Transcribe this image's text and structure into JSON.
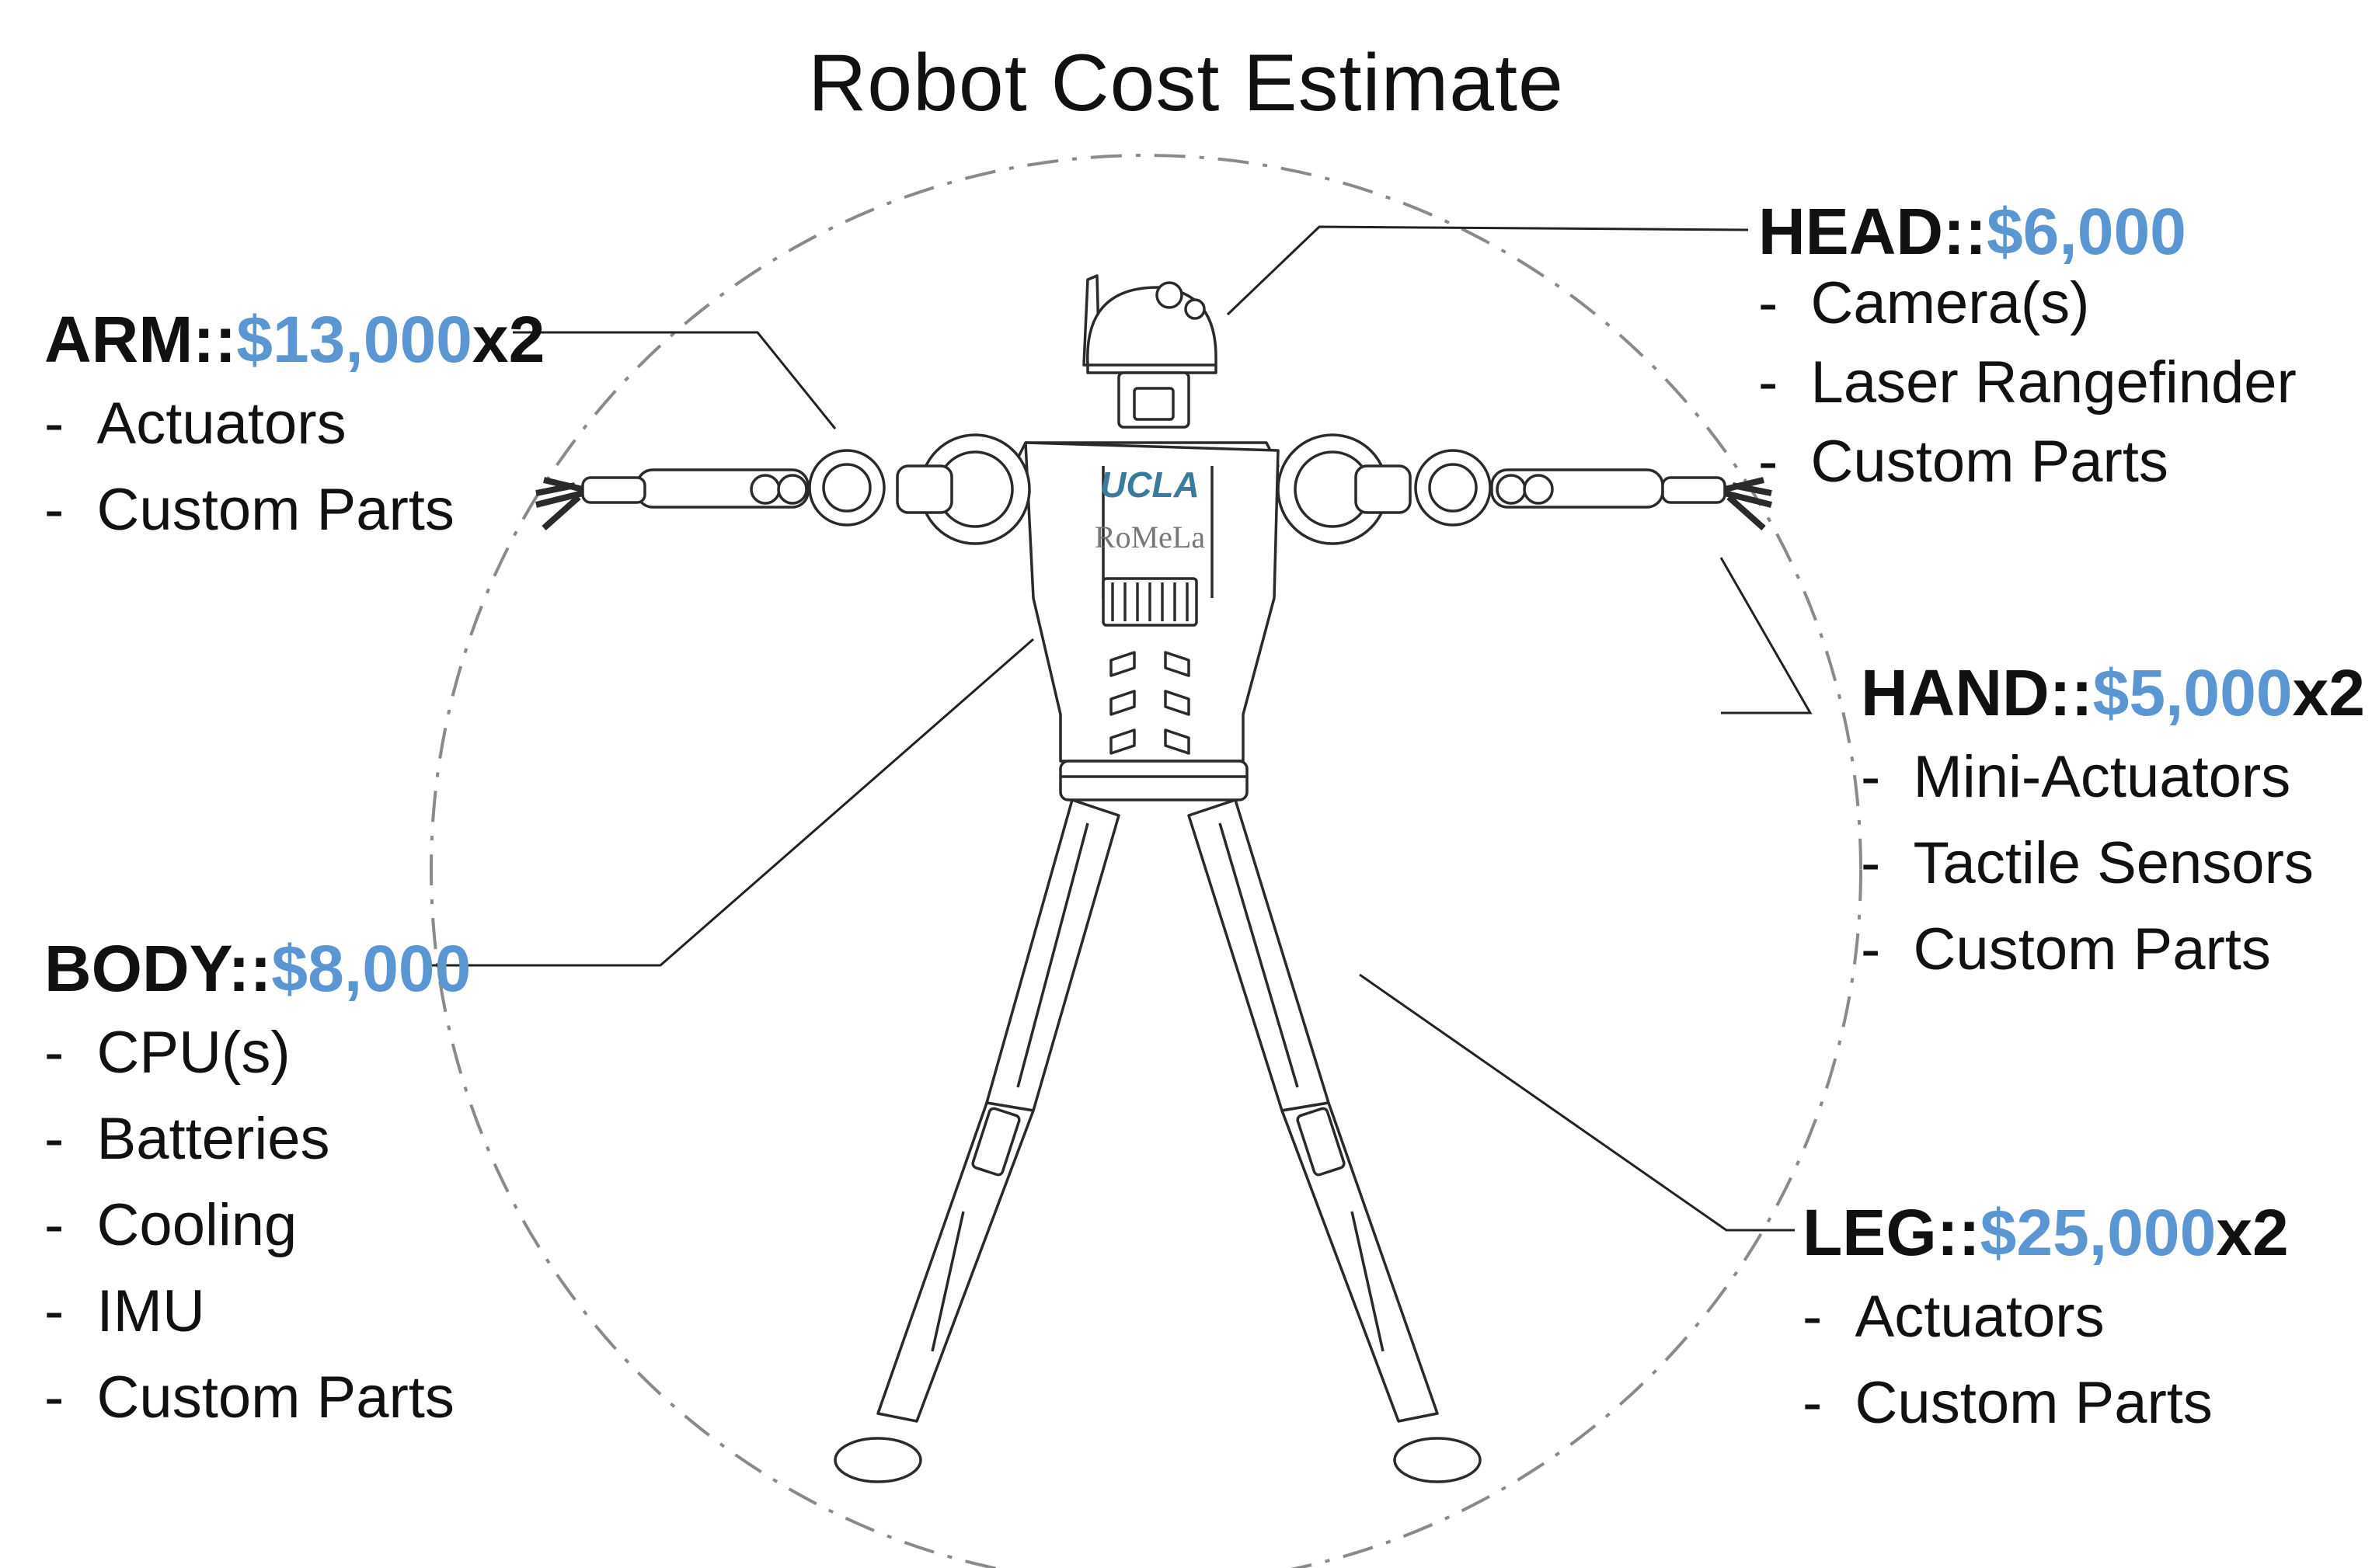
{
  "title": "Robot Cost Estimate",
  "colors": {
    "price": "#5b96d3",
    "text": "#111111",
    "line": "#222222",
    "circle": "#8a8a8a"
  },
  "logos": {
    "ucla": "UCLA",
    "romela": "RoMeLa"
  },
  "components": {
    "arm": {
      "name": "ARM",
      "sep": "::",
      "price": "$13,000",
      "qty": "x2",
      "items": [
        "Actuators",
        "Custom Parts"
      ]
    },
    "head": {
      "name": "HEAD",
      "sep": "::",
      "price": "$6,000",
      "qty": "",
      "items": [
        "Camera(s)",
        "Laser Rangefinder",
        "Custom Parts"
      ]
    },
    "hand": {
      "name": "HAND",
      "sep": "::",
      "price": "$5,000",
      "qty": "x2",
      "items": [
        "Mini-Actuators",
        "Tactile Sensors",
        "Custom Parts"
      ]
    },
    "body": {
      "name": "BODY",
      "sep": "::",
      "price": "$8,000",
      "qty": "",
      "items": [
        "CPU(s)",
        "Batteries",
        "Cooling",
        "IMU",
        "Custom Parts"
      ]
    },
    "leg": {
      "name": "LEG",
      "sep": "::",
      "price": "$25,000",
      "qty": "x2",
      "items": [
        "Actuators",
        "Custom Parts"
      ]
    }
  }
}
